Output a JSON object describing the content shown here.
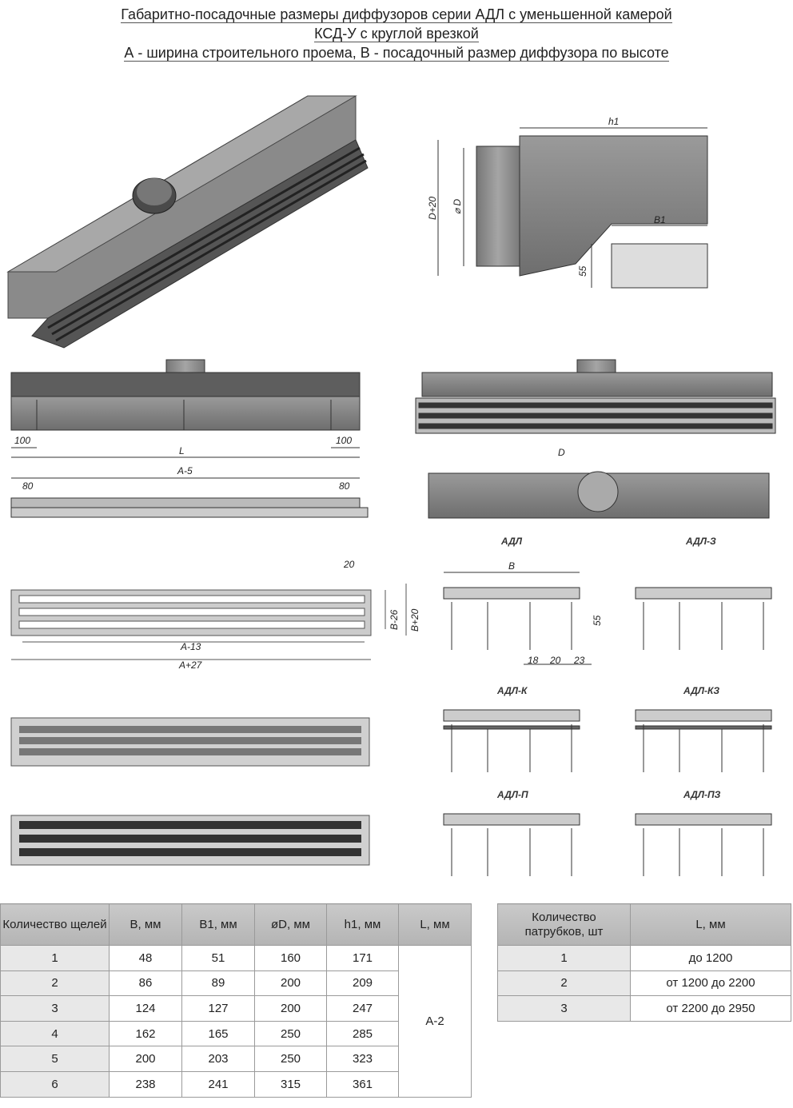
{
  "title": {
    "line1": "Габаритно-посадочные размеры диффузоров серии АДЛ с уменьшенной камерой",
    "line2": "КСД-У с круглой врезкой",
    "line3": "А - ширина строительного проема, В - посадочный размер диффузора по высоте"
  },
  "side_view": {
    "h1": "h1",
    "d20": "D+20",
    "d": "⌀ D",
    "b1": "B1",
    "h55": "55"
  },
  "front_view": {
    "left100": "100",
    "L": "L",
    "right100": "100"
  },
  "top_view": {
    "a5": "A-5",
    "left80": "80",
    "right80": "80",
    "d": "D"
  },
  "grille": {
    "w20": "20",
    "b26": "B-26",
    "b20": "B+20",
    "a13": "A-13",
    "a27": "A+27"
  },
  "profiles": {
    "adl": "АДЛ",
    "adl3": "АДЛ-З",
    "b": "B",
    "h55": "55",
    "d18": "18",
    "d20": "20",
    "d23": "23",
    "adlk": "АДЛ-К",
    "adlk3": "АДЛ-КЗ",
    "adlp": "АДЛ-П",
    "adlp3": "АДЛ-ПЗ"
  },
  "table1": {
    "headers": [
      "Количество щелей",
      "B, мм",
      "B1, мм",
      "øD, мм",
      "h1, мм",
      "L, мм"
    ],
    "rows": [
      [
        "1",
        "48",
        "51",
        "160",
        "171"
      ],
      [
        "2",
        "86",
        "89",
        "200",
        "209"
      ],
      [
        "3",
        "124",
        "127",
        "200",
        "247"
      ],
      [
        "4",
        "162",
        "165",
        "250",
        "285"
      ],
      [
        "5",
        "200",
        "203",
        "250",
        "323"
      ],
      [
        "6",
        "238",
        "241",
        "315",
        "361"
      ]
    ],
    "L_value": "A-2"
  },
  "table2": {
    "headers": [
      "Количество патрубков, шт",
      "L, мм"
    ],
    "rows": [
      [
        "1",
        "до 1200"
      ],
      [
        "2",
        "от 1200 до 2200"
      ],
      [
        "3",
        "от 2200 до 2950"
      ]
    ]
  }
}
